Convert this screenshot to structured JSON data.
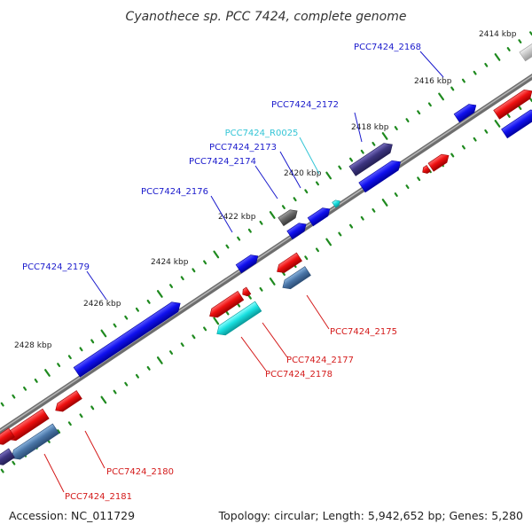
{
  "title": "Cyanothece sp. PCC 7424, complete genome",
  "accession": "Accession: NC_011729",
  "topology": "Topology: circular; Length: 5,942,652 bp; Genes: 5,280",
  "colors": {
    "backbone": "#8c8c8c",
    "tick": "#1f8a1f",
    "label_forward": "#1a1acc",
    "label_reverse": "#d41a1a",
    "label_rna": "#33c5d6",
    "gene_blue": "#1010ee",
    "gene_red": "#ee1010",
    "gene_darkpurple": "#3d3580",
    "gene_steel": "#4a76a8",
    "gene_cyan": "#19e0e0",
    "gene_grey": "#666666",
    "gene_lightgrey": "#c8c8c8"
  },
  "ticks": [
    {
      "label": "2414 kbp"
    },
    {
      "label": "2416 kbp"
    },
    {
      "label": "2418 kbp"
    },
    {
      "label": "2420 kbp"
    },
    {
      "label": "2422 kbp"
    },
    {
      "label": "2424 kbp"
    },
    {
      "label": "2426 kbp"
    },
    {
      "label": "2428 kbp"
    }
  ],
  "gene_labels": [
    {
      "name": "PCC7424_2168",
      "strand": "forward"
    },
    {
      "name": "PCC7424_2172",
      "strand": "forward"
    },
    {
      "name": "PCC7424_R0025",
      "strand": "rna"
    },
    {
      "name": "PCC7424_2173",
      "strand": "forward"
    },
    {
      "name": "PCC7424_2174",
      "strand": "forward"
    },
    {
      "name": "PCC7424_2176",
      "strand": "forward"
    },
    {
      "name": "PCC7424_2179",
      "strand": "forward"
    },
    {
      "name": "PCC7424_2175",
      "strand": "reverse"
    },
    {
      "name": "PCC7424_2177",
      "strand": "reverse"
    },
    {
      "name": "PCC7424_2178",
      "strand": "reverse"
    },
    {
      "name": "PCC7424_2180",
      "strand": "reverse"
    },
    {
      "name": "PCC7424_2181",
      "strand": "reverse"
    }
  ]
}
